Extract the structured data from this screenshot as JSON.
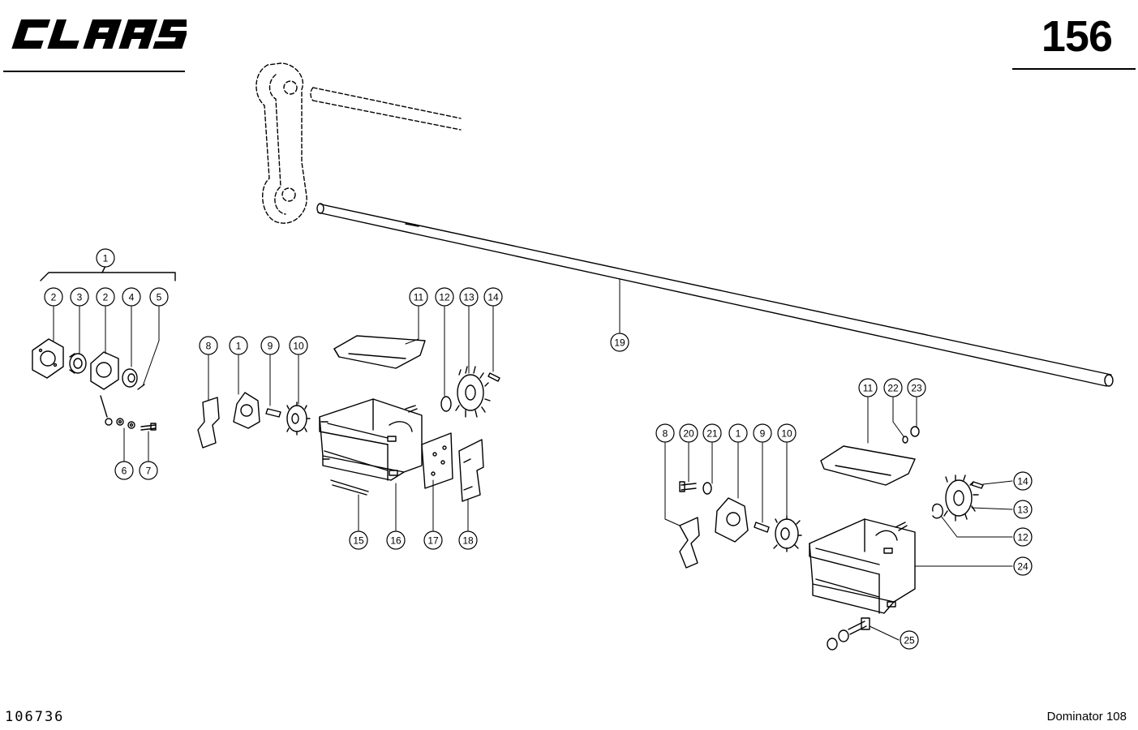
{
  "brand": {
    "logo_text": "CLAAS"
  },
  "page_number": "156",
  "drawing_number": "106736",
  "model_name": "Dominator 108",
  "callouts": [
    {
      "label": "1"
    },
    {
      "label": "2"
    },
    {
      "label": "3"
    },
    {
      "label": "2"
    },
    {
      "label": "4"
    },
    {
      "label": "5"
    },
    {
      "label": "6"
    },
    {
      "label": "7"
    },
    {
      "label": "8"
    },
    {
      "label": "1"
    },
    {
      "label": "9"
    },
    {
      "label": "10"
    },
    {
      "label": "11"
    },
    {
      "label": "12"
    },
    {
      "label": "13"
    },
    {
      "label": "14"
    },
    {
      "label": "15"
    },
    {
      "label": "16"
    },
    {
      "label": "17"
    },
    {
      "label": "18"
    },
    {
      "label": "19"
    },
    {
      "label": "11"
    },
    {
      "label": "22"
    },
    {
      "label": "23"
    },
    {
      "label": "8"
    },
    {
      "label": "20"
    },
    {
      "label": "21"
    },
    {
      "label": "1"
    },
    {
      "label": "9"
    },
    {
      "label": "10"
    },
    {
      "label": "14"
    },
    {
      "label": "13"
    },
    {
      "label": "12"
    },
    {
      "label": "24"
    },
    {
      "label": "25"
    }
  ]
}
